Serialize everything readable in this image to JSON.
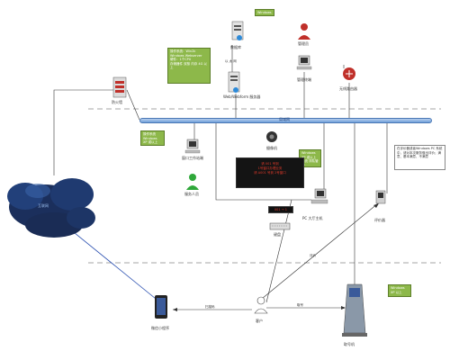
{
  "lan_label": "局域网",
  "nodes": {
    "db_server": "数据库",
    "web_server": "Web/Webform 服务器",
    "admin": "管理员",
    "admin_pc": "管理终端",
    "router": "无线路由器",
    "firewall": "防火墙",
    "internet": "互联网",
    "window_pc": "窗口工作站端",
    "staff": "服务人员",
    "camera": "摄像机",
    "client_pc": "PC 大厅主机",
    "keyboard": "键盘",
    "evaluator": "评价器",
    "phone": "微信小程序",
    "customer": "客户",
    "kiosk": "取号机"
  },
  "edges": {
    "phone_link": "扫描码",
    "kiosk_link": "取号",
    "eval_link": "评价",
    "server_link": "以 太 网"
  },
  "notes": {
    "db_note": "Windows",
    "web_note": "操作系统：Win2k Windows Webserver\n硬件：1个CPU\n存储器件 双核 内存 4G 以上",
    "window_note": "操作系统 Windows XP 或以上",
    "client_note": "Windows XP 或以上系统 排队管理",
    "kiosk_note": "Windows XP 以上"
  },
  "screen_lines": [
    "请 001 号到",
    "1号窗口办理业务",
    "请 A001 号到 2号窗口"
  ],
  "led_text": "001 → 1",
  "eval_note": "在评价器或者Windows PC 系统中，请对本次服务做出评价；满意、基本满意、不满意"
}
